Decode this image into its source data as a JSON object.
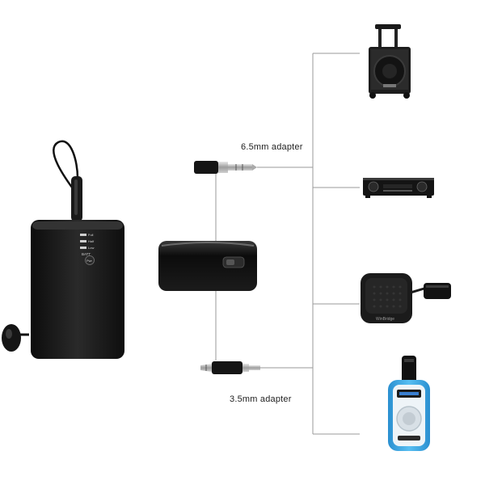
{
  "labels": {
    "adapter_65": "6.5mm adapter",
    "adapter_35": "3.5mm adapter"
  },
  "transmitter": {
    "indicators": [
      "Full",
      "Half",
      "Low"
    ],
    "batt": "BATT",
    "power": "Pwr"
  },
  "devices": {
    "speaker_box_brand": "WinBridge"
  },
  "colors": {
    "line": "#9a9a9a",
    "device_black": "#141414",
    "amp_blue": "#3fa9e6"
  }
}
